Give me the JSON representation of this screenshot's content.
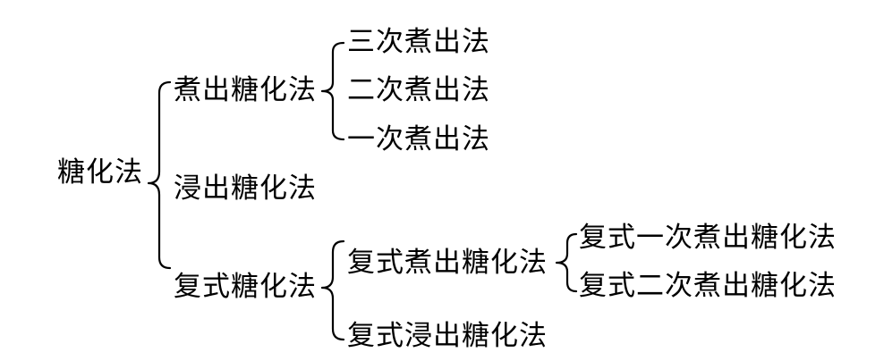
{
  "root": "糖化法",
  "branches": {
    "decoction": {
      "label": "煮出糖化法",
      "children": [
        "三次煮出法",
        "二次煮出法",
        "一次煮出法"
      ]
    },
    "infusion": {
      "label": "浸出糖化法"
    },
    "compound": {
      "label": "复式糖化法",
      "children": {
        "compound_decoction": {
          "label": "复式煮出糖化法",
          "children": [
            "复式一次煮出糖化法",
            "复式二次煮出糖化法"
          ]
        },
        "compound_infusion": {
          "label": "复式浸出糖化法"
        }
      }
    }
  }
}
